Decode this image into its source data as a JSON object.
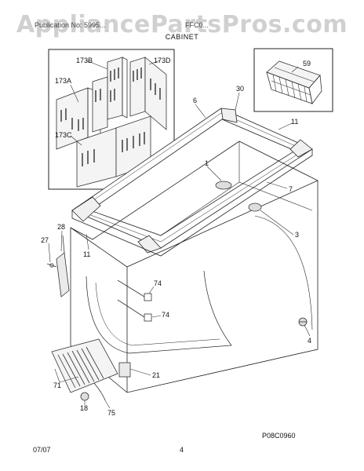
{
  "watermark": "AppliancePartsPros.com",
  "header": {
    "left": "Publication No: 5995...",
    "right": "FFC0...",
    "section": "CABINET"
  },
  "callouts": {
    "c173b": "173B",
    "c173d": "173D",
    "c173a": "173A",
    "c173c": "173C",
    "c59": "59",
    "c30": "30",
    "c6": "6",
    "c11a": "11",
    "c1": "1",
    "c7": "7",
    "c3": "3",
    "c28": "28",
    "c27": "27",
    "c11b": "11",
    "c74a": "74",
    "c74b": "74",
    "c4": "4",
    "c21": "21",
    "c71": "71",
    "c18": "18",
    "c75": "75"
  },
  "diagram_code": "P08C0960",
  "footer": {
    "date": "07/07",
    "page": "4"
  }
}
